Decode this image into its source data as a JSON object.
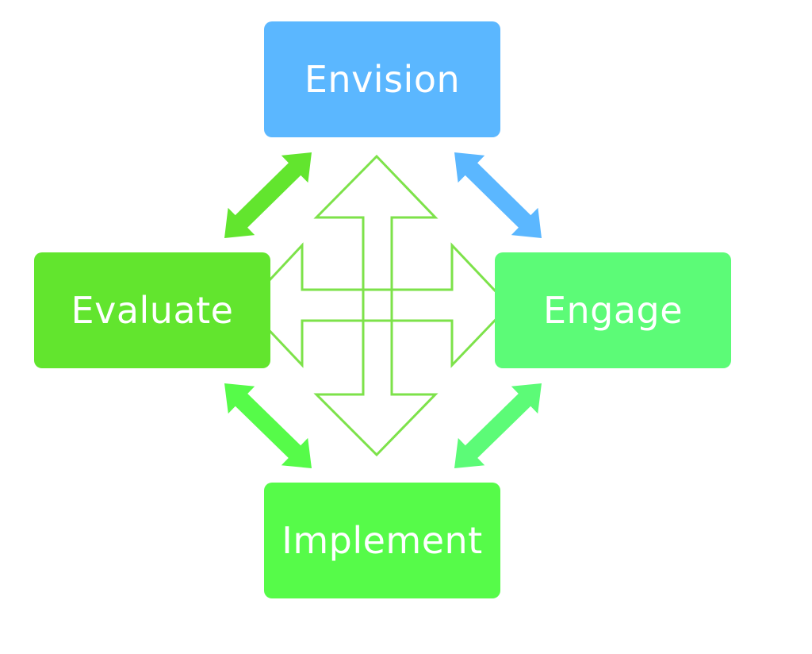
{
  "diagram": {
    "nodes": {
      "envision": {
        "label": "Envision"
      },
      "evaluate": {
        "label": "Evaluate"
      },
      "engage": {
        "label": "Engage"
      },
      "implement": {
        "label": "Implement"
      }
    },
    "colors": {
      "envision": "#5bb7ff",
      "evaluate": "#62e52e",
      "engage": "#5cfb77",
      "implement": "#56fb49",
      "center_arrow_outline": "#7de24a",
      "center_arrow_fill": "#ffffff"
    },
    "connectors": [
      {
        "from": "envision",
        "to": "evaluate",
        "type": "double-arrow"
      },
      {
        "from": "envision",
        "to": "engage",
        "type": "double-arrow"
      },
      {
        "from": "evaluate",
        "to": "implement",
        "type": "double-arrow"
      },
      {
        "from": "engage",
        "to": "implement",
        "type": "double-arrow"
      }
    ],
    "center_symbol": "four-way-arrow-icon"
  }
}
